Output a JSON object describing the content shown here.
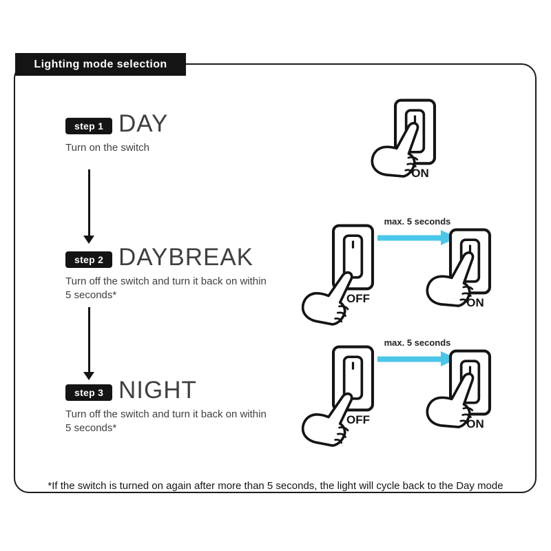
{
  "header": {
    "title": "Lighting mode selection"
  },
  "steps": [
    {
      "badge": "step 1",
      "title": "DAY",
      "description": "Turn on the switch",
      "switches": [
        {
          "state": "ON"
        }
      ]
    },
    {
      "badge": "step 2",
      "title": "DAYBREAK",
      "description": "Turn off the switch and turn it back on within 5 seconds*",
      "arrow_label": "max. 5 seconds",
      "switches": [
        {
          "state": "OFF"
        },
        {
          "state": "ON"
        }
      ]
    },
    {
      "badge": "step 3",
      "title": "NIGHT",
      "description": "Turn off the switch and turn it back on within 5 seconds*",
      "arrow_label": "max. 5 seconds",
      "switches": [
        {
          "state": "OFF"
        },
        {
          "state": "ON"
        }
      ]
    }
  ],
  "footnote": "*If the switch is turned on again after more than 5 seconds, the light will cycle back to the Day mode",
  "colors": {
    "ink": "#141414",
    "timing_arrow": "#4ac6e9"
  }
}
